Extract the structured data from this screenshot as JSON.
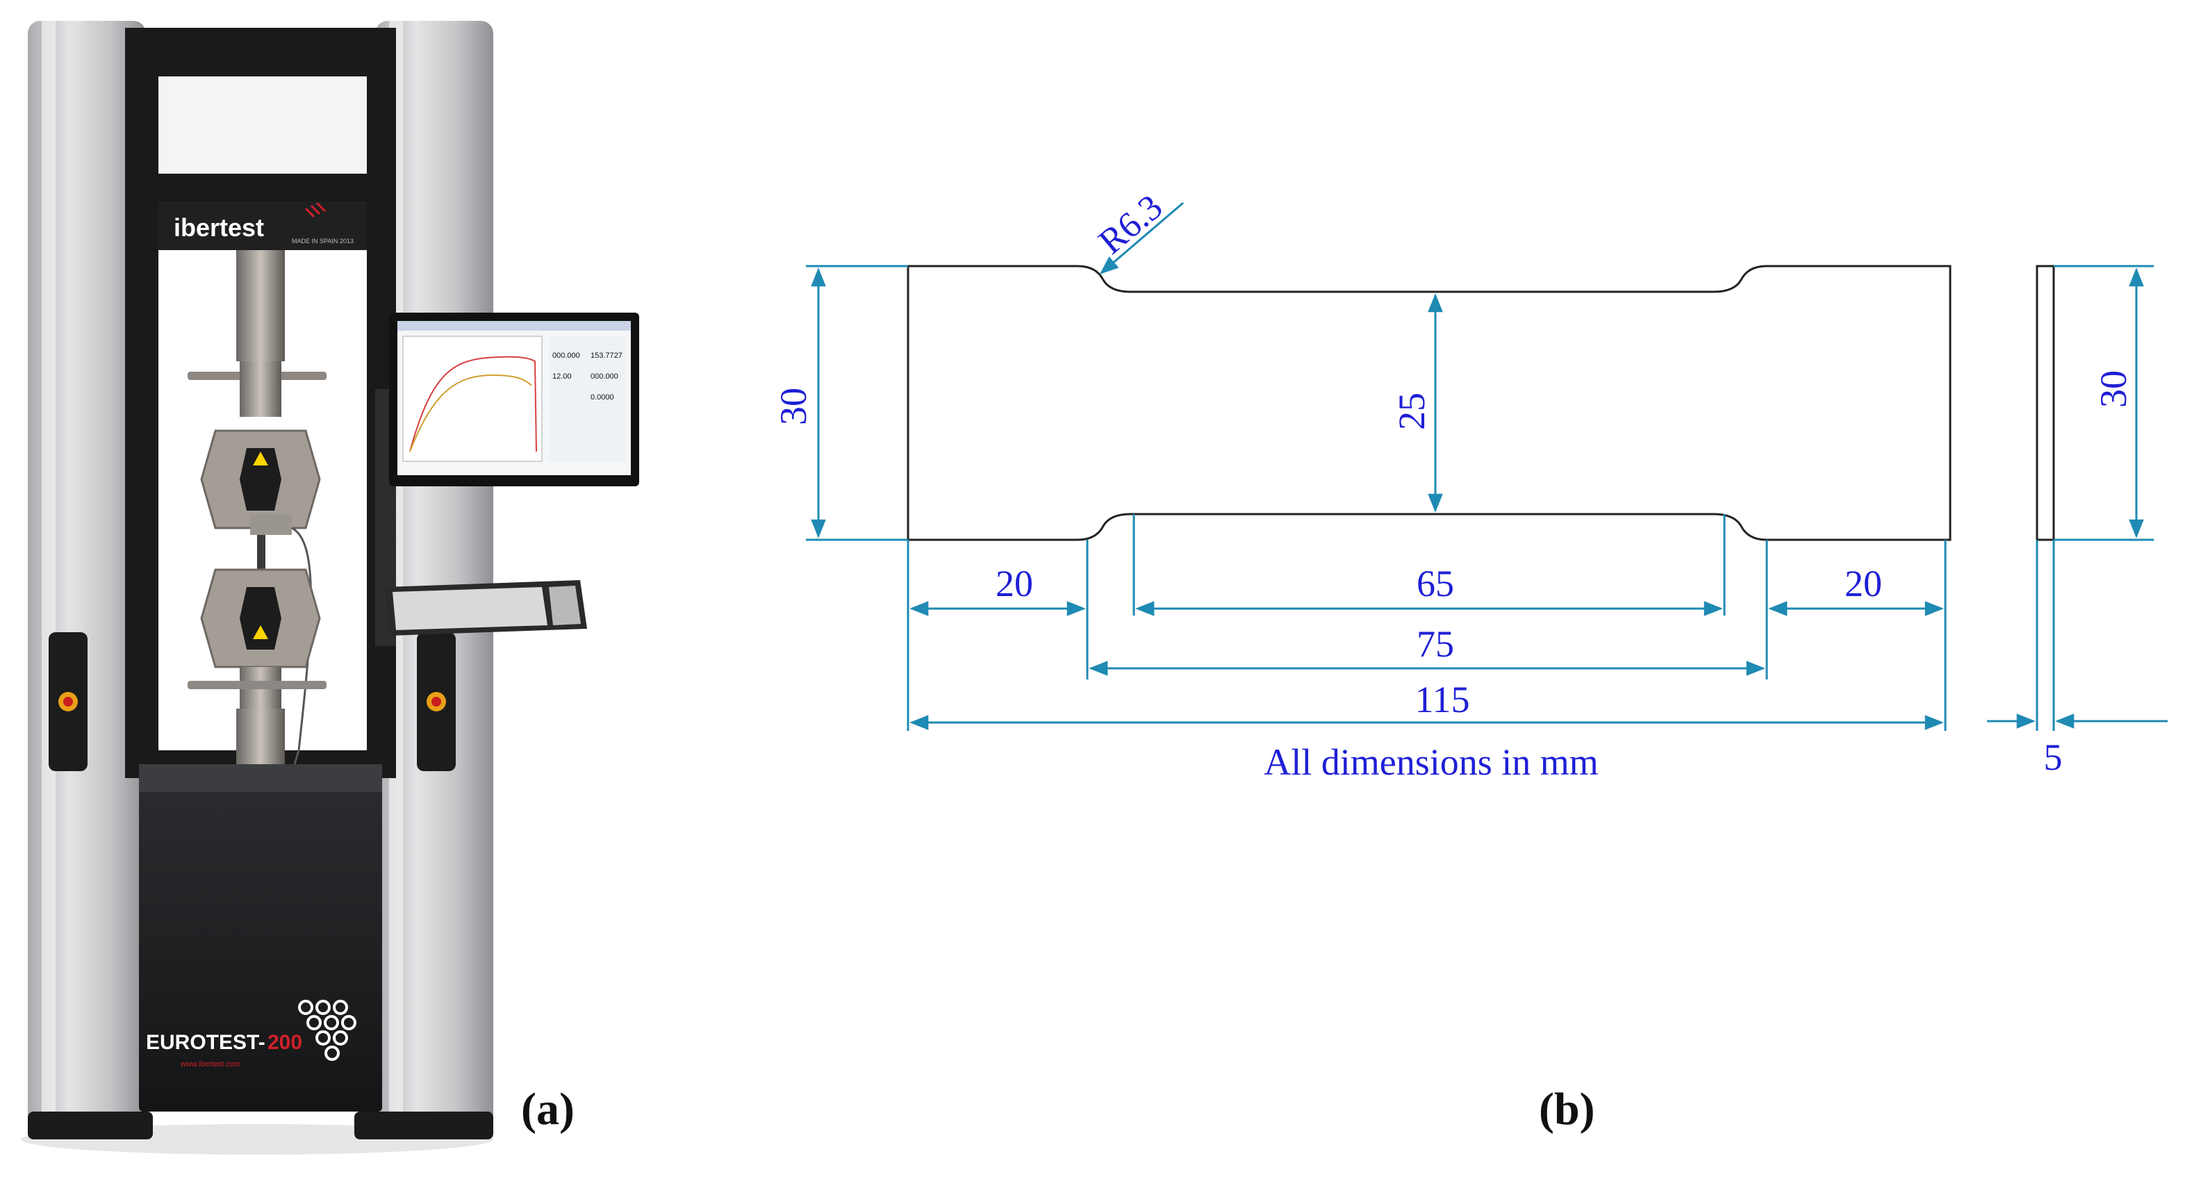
{
  "panel_a": {
    "label": "(a)",
    "machine": {
      "brand": "ibertest",
      "brand_sub": "MADE IN SPAIN 2013",
      "model_prefix": "EUROTEST-",
      "model_number": "200",
      "website": "www.ibertest.com"
    },
    "screen": {
      "readouts": [
        "000.000",
        "153.7727",
        "12.00",
        "000.000",
        "0.0000"
      ]
    }
  },
  "panel_b": {
    "label": "(b)",
    "dimensions": {
      "fillet_radius": "R6.3",
      "grip_width": "30",
      "gauge_width": "25",
      "thickness_height": "30",
      "left_grip_length": "20",
      "gauge_length": "65",
      "right_grip_length": "20",
      "reduced_section_length": "75",
      "overall_length": "115",
      "thickness": "5"
    },
    "units_note": "All dimensions in mm"
  },
  "colors": {
    "dimension_line": "#1f8ab3",
    "dimension_text": "#1f1fd6",
    "outline": "#222222",
    "machine_column": "#c9cacc",
    "machine_frame": "#1a1a1a",
    "brand_red": "#d0202a"
  }
}
